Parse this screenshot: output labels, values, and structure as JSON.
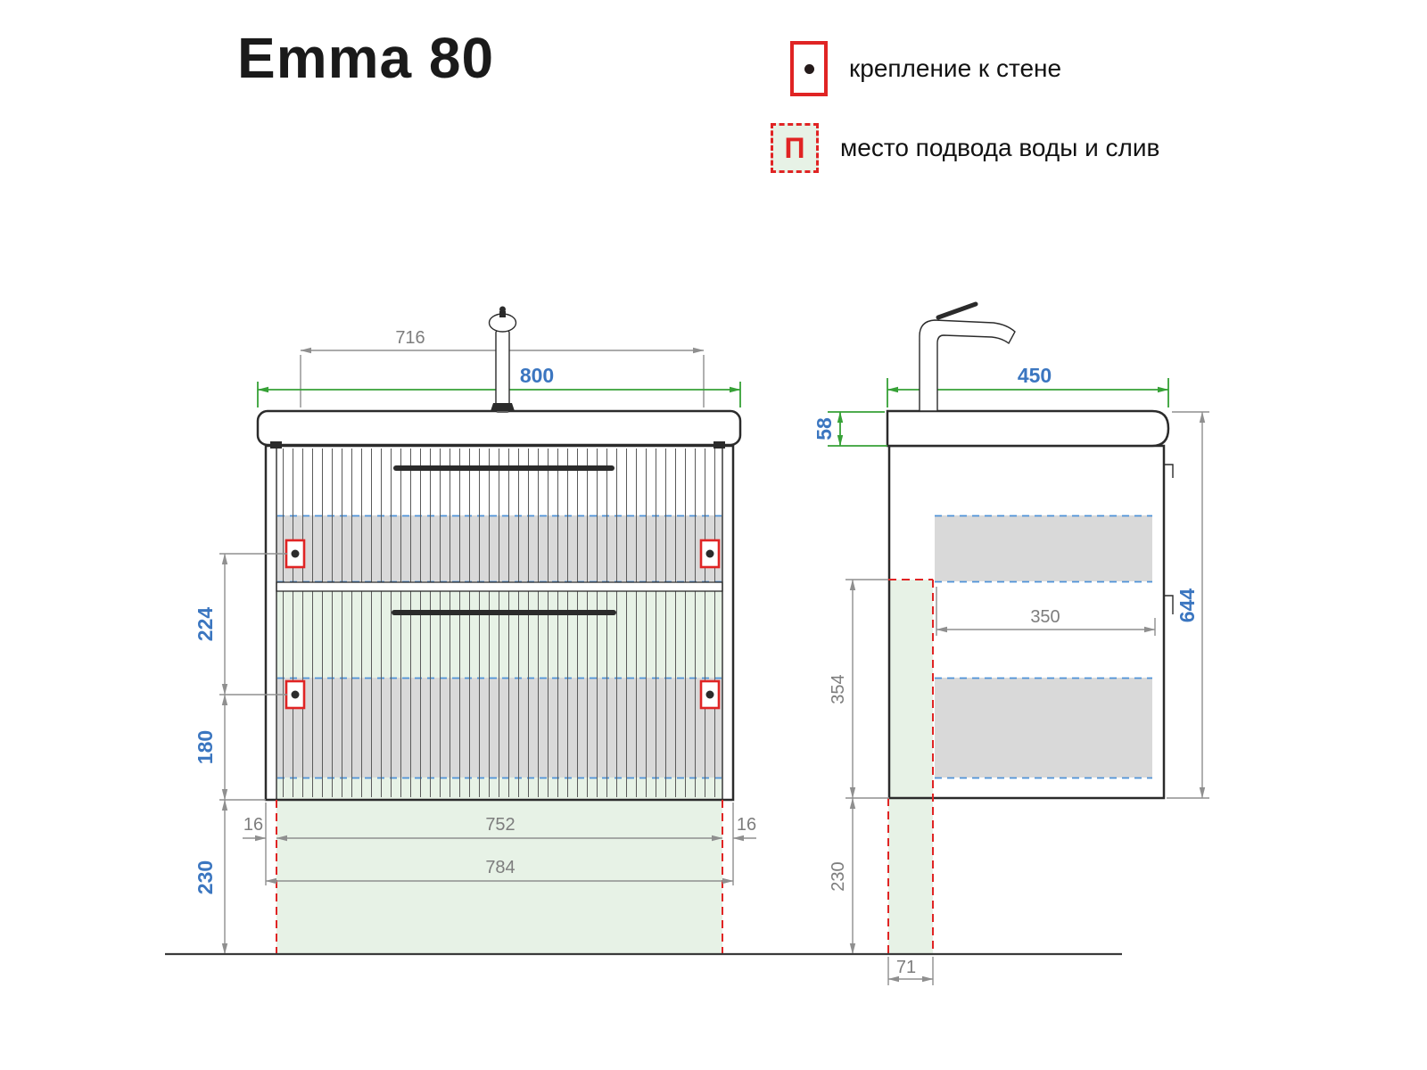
{
  "title": "Emma 80",
  "legend": {
    "items": [
      {
        "icon": "wall-mount-icon",
        "label": "крепление к стене"
      },
      {
        "icon": "water-drain-icon",
        "label": "место подвода воды и слив",
        "symbol": "П"
      }
    ]
  },
  "front_view": {
    "dimensions": {
      "basin_width": "716",
      "total_width": "800",
      "mount_row_spacing": "224",
      "mount_to_bottom": "180",
      "bottom_clearance": "230",
      "side_offset_left": "16",
      "drain_zone_width": "752",
      "side_offset_right": "16",
      "cabinet_width": "784"
    }
  },
  "side_view": {
    "dimensions": {
      "total_depth": "450",
      "countertop_height": "58",
      "cabinet_height": "644",
      "inner_depth": "350",
      "drain_zone_height": "354",
      "bottom_clearance": "230",
      "drain_zone_depth": "71"
    }
  },
  "colors": {
    "dim-blue": "#3b76c0",
    "dim-green": "#36a136",
    "dim-gray": "#8f8f8f",
    "accent-red": "#e02424",
    "dashed-blue": "#4f93d8",
    "band-gray": "#d9d9d9",
    "zone-green": "#e7f2e6",
    "line-dark": "#2b2b2b"
  }
}
